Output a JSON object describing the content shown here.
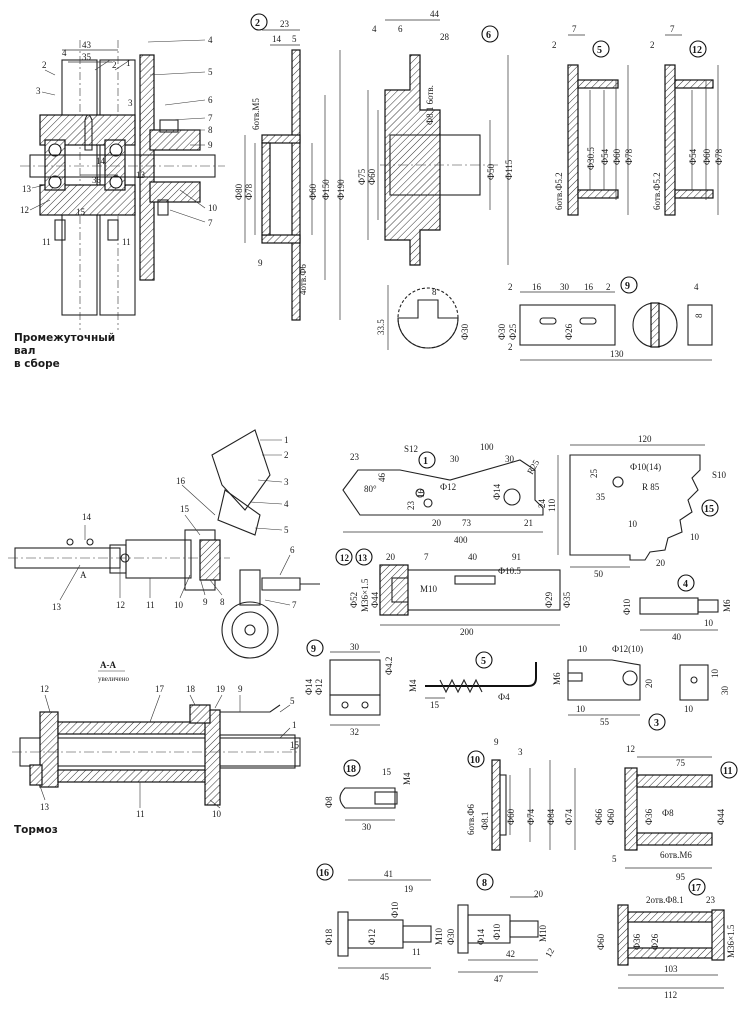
{
  "captions": {
    "shaft_assembly": [
      "Промежуточный",
      "вал",
      "в сборе"
    ],
    "brake": "Тормоз",
    "section": "А-А",
    "section_note": "увеличено"
  },
  "part_numbers": {
    "p2": "2",
    "p6": "6",
    "p5": "5",
    "p12": "12",
    "p9": "9",
    "p1": "1",
    "p15": "15",
    "p4": "4",
    "p12b": "12",
    "p13": "13",
    "p3": "3",
    "p9b": "9",
    "p5b": "5",
    "p18": "18",
    "p10": "10",
    "p11": "11",
    "p16": "16",
    "p8": "8",
    "p17": "17"
  },
  "dims": {
    "d2_23": "23",
    "d2_14": "14",
    "d2_5": "5",
    "d2_thread": "6отв.М5",
    "d2_80": "Ф80",
    "d2_78": "Ф78",
    "d2_60": "Ф60",
    "d2_150": "Ф150",
    "d2_190": "Ф190",
    "d2_9": "9",
    "d2_holes": "4отв.Ф6",
    "d6_44": "44",
    "d6_4": "4",
    "d6_6": "6",
    "d6_28": "28",
    "d6_holes": "Ф8.1 6отв.",
    "d6_75": "Ф75",
    "d6_60": "Ф60",
    "d6_50": "Ф50",
    "d6_115": "Ф115",
    "d6_8": "8",
    "d6_335": "33.5",
    "d6_30": "Ф30",
    "d5_7": "7",
    "d5_2": "2",
    "d5_305": "Ф30.5",
    "d5_54": "Ф54",
    "d5_60": "Ф60",
    "d5_78": "Ф78",
    "d5_holes": "6отв.Ф5.2",
    "d12_7": "7",
    "d12_2": "2",
    "d12_54": "Ф54",
    "d12_60": "Ф60",
    "d12_78": "Ф78",
    "d12_holes": "6отв.Ф5.2",
    "d9_2": "2",
    "d9_16": "16",
    "d9_30": "30",
    "d9_16b": "16",
    "d9_2b": "2",
    "d9_4": "4",
    "d9_8": "8",
    "d9_30d": "Ф30",
    "d9_25": "Ф25",
    "d9_26": "Ф26",
    "d9_2c": "2",
    "d9_130": "130",
    "a_43": "43",
    "a_35": "35",
    "a_4": "4",
    "a_36": "36",
    "p1_23": "23",
    "p1_46": "46",
    "p1_s12": "S12",
    "p1_100": "100",
    "p1_30": "30",
    "p1_30b": "30",
    "p1_r25": "R25",
    "p1_80": "80°",
    "p1_23b": "23",
    "p1_16": "16",
    "p1_12": "Ф12",
    "p1_14": "Ф14",
    "p1_24": "24",
    "p1_20": "20",
    "p1_73": "73",
    "p1_21": "21",
    "p1_400": "400",
    "p15_120": "120",
    "p15_25": "25",
    "p15_10": "Ф10(14)",
    "p15_s10": "S10",
    "p15_r85": "R 85",
    "p15_35": "35",
    "p15_110": "110",
    "p15_10b": "10",
    "p15_10c": "10",
    "p15_50": "50",
    "p15_20": "20",
    "p12_20": "20",
    "p12_7": "7",
    "p12_40": "40",
    "p12_91": "91",
    "p12_105": "Ф10.5",
    "p12_52": "Ф52",
    "p12_m36": "М36×1.5",
    "p12_44": "Ф44",
    "p12_m10": "М10",
    "p12_29": "Ф29",
    "p12_35": "Ф35",
    "p12_200": "200",
    "p4_10": "Ф10",
    "p4_m6": "М6",
    "p4_10b": "10",
    "p4_40": "40",
    "p9_30": "30",
    "p9_42": "Ф4.2",
    "p9_14": "Ф14",
    "p9_12": "Ф12",
    "p9_32": "32",
    "p5_m4": "М4",
    "p5_15": "15",
    "p5_4": "Ф4",
    "p3_10": "10",
    "p3_12": "Ф12(10)",
    "p3_m6": "М6",
    "p3_20": "20",
    "p3_10b": "10",
    "p3_55": "55",
    "p3_10c": "10",
    "p3_30": "30",
    "p3_10d": "10",
    "p18_15": "15",
    "p18_m4": "М4",
    "p18_8": "Ф8",
    "p18_30": "30",
    "p10_9": "9",
    "p10_3": "3",
    "p10_holes": "6отв.Ф6",
    "p10_81": "Ф8.1",
    "p10_60": "Ф60",
    "p10_74": "Ф74",
    "p10_84": "Ф84",
    "p11_12": "12",
    "p11_75": "75",
    "p11_74": "Ф74",
    "p11_66": "Ф66",
    "p11_60": "Ф60",
    "p11_36": "Ф36",
    "p11_8": "Ф8",
    "p11_44": "Ф44",
    "p11_5": "5",
    "p11_m6": "6отв.М6",
    "p11_95": "95",
    "p16_41": "41",
    "p16_19": "19",
    "p16_10": "Ф10",
    "p16_18": "Ф18",
    "p16_12": "Ф12",
    "p16_m10": "М10",
    "p16_11": "11",
    "p16_45": "45",
    "p8_20": "20",
    "p8_30": "Ф30",
    "p8_14": "Ф14",
    "p8_10": "Ф10",
    "p8_m10": "М10",
    "p8_12": "12",
    "p8_42": "42",
    "p8_47": "47",
    "p17_holes": "2отв.Ф8.1",
    "p17_23": "23",
    "p17_60": "Ф60",
    "p17_36": "Ф36",
    "p17_26": "Ф26",
    "p17_m36": "М36×1.5",
    "p17_103": "103",
    "p17_112": "112"
  },
  "leaders": {
    "a1": "1",
    "a2": "2",
    "a3": "3",
    "a4": "4",
    "a5": "5",
    "a6": "6",
    "a7": "7",
    "a8": "8",
    "a9": "9",
    "a10": "10",
    "a11": "11",
    "a12": "12",
    "a13": "13",
    "a14": "14",
    "a15": "15",
    "a2b": "2",
    "a3b": "3",
    "a11b": "11",
    "a13b": "13",
    "a7b": "7",
    "b1": "1",
    "b2": "2",
    "b3": "3",
    "b4": "4",
    "b5": "5",
    "b6": "6",
    "b7": "7",
    "b8": "8",
    "b9": "9",
    "b10": "10",
    "b11": "11",
    "b12": "12",
    "b13": "13",
    "b14": "14",
    "b15": "15",
    "b16": "16",
    "bA": "А",
    "c12": "12",
    "c13": "13",
    "c17": "17",
    "c18": "18",
    "c19": "19",
    "c9": "9",
    "c5": "5",
    "c1": "1",
    "c15": "15",
    "c10": "10",
    "c11": "11"
  }
}
